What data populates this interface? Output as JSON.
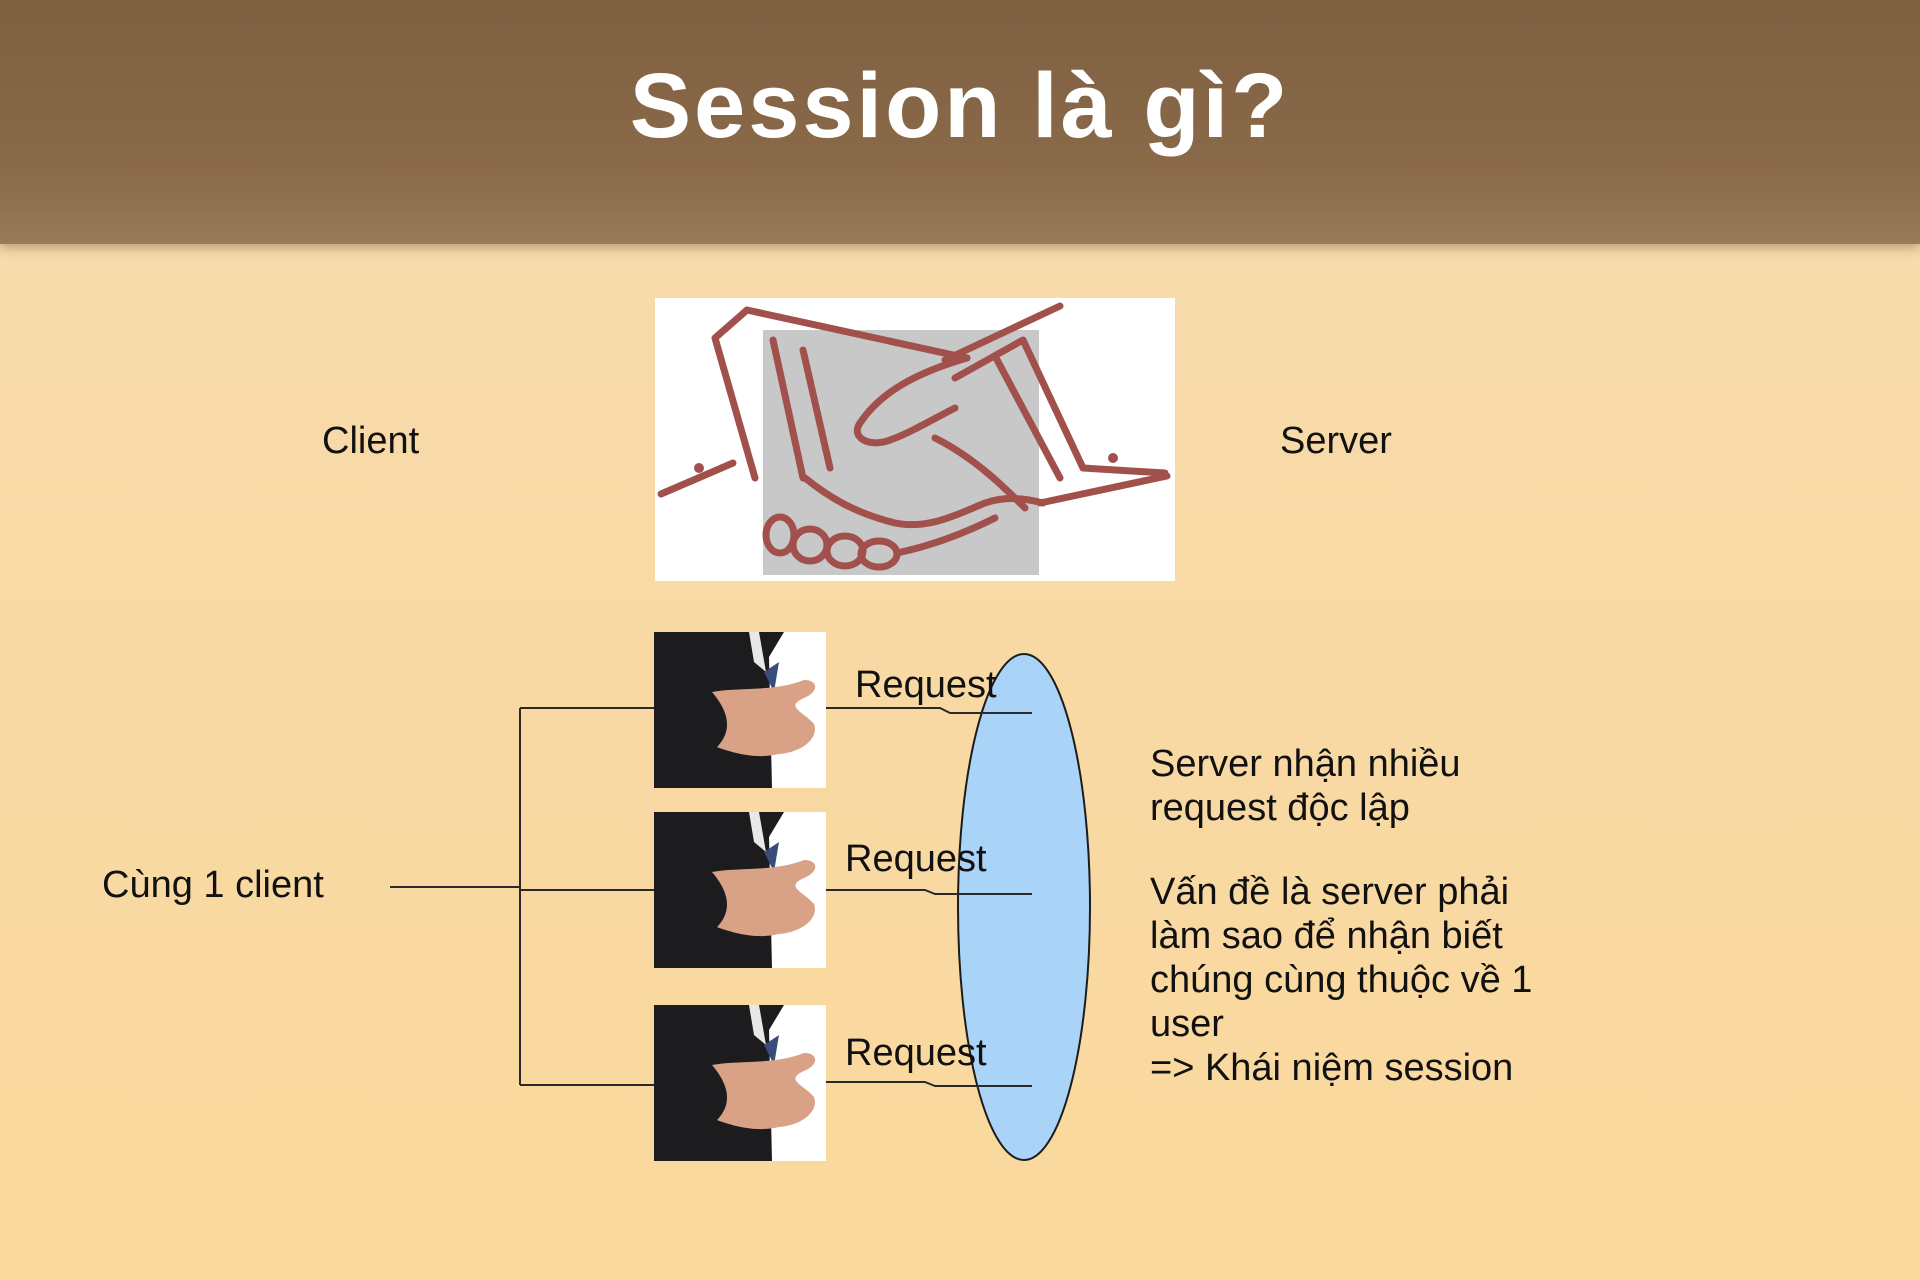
{
  "slide": {
    "title": "Session là gì?"
  },
  "diagram": {
    "client_label": "Client",
    "server_label": "Server",
    "same_client_label": "Cùng 1 client",
    "requests": [
      {
        "label": "Request"
      },
      {
        "label": "Request"
      },
      {
        "label": "Request"
      }
    ],
    "explanation": {
      "line1": "Server nhận nhiều",
      "line2": "request độc lập",
      "line3": "Vấn đề là server phải",
      "line4": "làm sao để nhận biết",
      "line5": "chúng cùng thuộc về 1",
      "line6": "user",
      "line7": "=> Khái niệm session"
    }
  },
  "colors": {
    "header": "#84654a",
    "background": "#f8d9a4",
    "handshake_line": "#a1504b",
    "ellipse_fill": "#a9d3f7"
  },
  "icons": [
    "handshake-icon",
    "businessman-hand-icon"
  ]
}
